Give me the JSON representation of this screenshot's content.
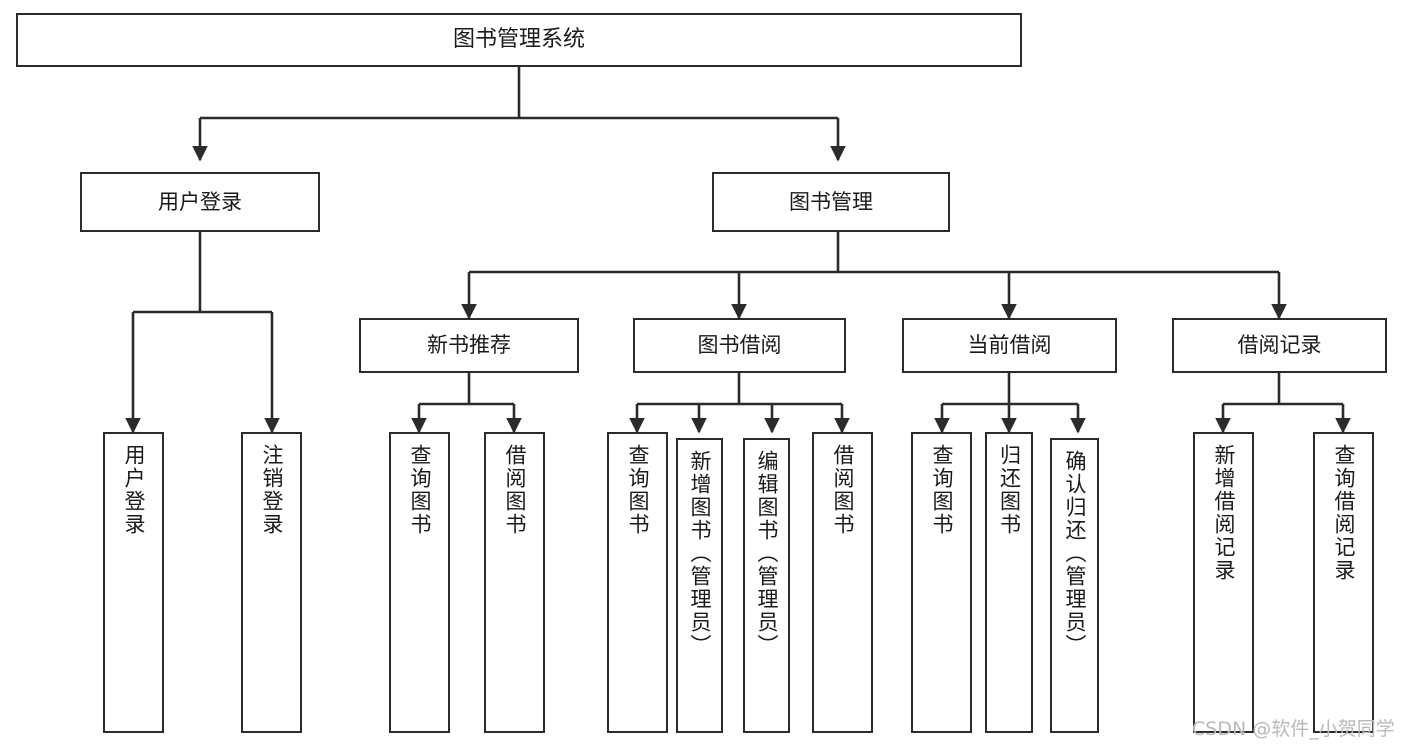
{
  "diagram": {
    "title": "图书管理系统",
    "type": "tree-hierarchy-chart",
    "watermark": "CSDN @软件_小贺同学",
    "colors": {
      "stroke": "#2b2b2b",
      "fill": "#ffffff",
      "text": "#1a1a1a",
      "watermark": "#b9b9b9"
    },
    "nodes": {
      "root": {
        "label": "图书管理系统"
      },
      "level2": [
        {
          "id": "user-login",
          "label": "用户登录"
        },
        {
          "id": "book-management",
          "label": "图书管理"
        }
      ],
      "level3": [
        {
          "id": "new-book-recommend",
          "label": "新书推荐"
        },
        {
          "id": "book-borrow",
          "label": "图书借阅"
        },
        {
          "id": "current-borrow",
          "label": "当前借阅"
        },
        {
          "id": "borrow-record",
          "label": "借阅记录"
        }
      ],
      "leaves": {
        "user-login": [
          {
            "id": "leaf-user-login",
            "label": "用户登录"
          },
          {
            "id": "leaf-logout-login",
            "label": "注销登录"
          }
        ],
        "new-book-recommend": [
          {
            "id": "leaf-query-book-1",
            "label": "查询图书"
          },
          {
            "id": "leaf-borrow-book-1",
            "label": "借阅图书"
          }
        ],
        "book-borrow": [
          {
            "id": "leaf-query-book-2",
            "label": "查询图书"
          },
          {
            "id": "leaf-add-book",
            "label": "新增图书（管理员）"
          },
          {
            "id": "leaf-edit-book",
            "label": "编辑图书（管理员）"
          },
          {
            "id": "leaf-borrow-book-2",
            "label": "借阅图书"
          }
        ],
        "current-borrow": [
          {
            "id": "leaf-query-book-3",
            "label": "查询图书"
          },
          {
            "id": "leaf-return-book",
            "label": "归还图书"
          },
          {
            "id": "leaf-confirm-return",
            "label": "确认归还（管理员）"
          }
        ],
        "borrow-record": [
          {
            "id": "leaf-add-record",
            "label": "新增借阅记录"
          },
          {
            "id": "leaf-query-record",
            "label": "查询借阅记录"
          }
        ]
      }
    }
  }
}
